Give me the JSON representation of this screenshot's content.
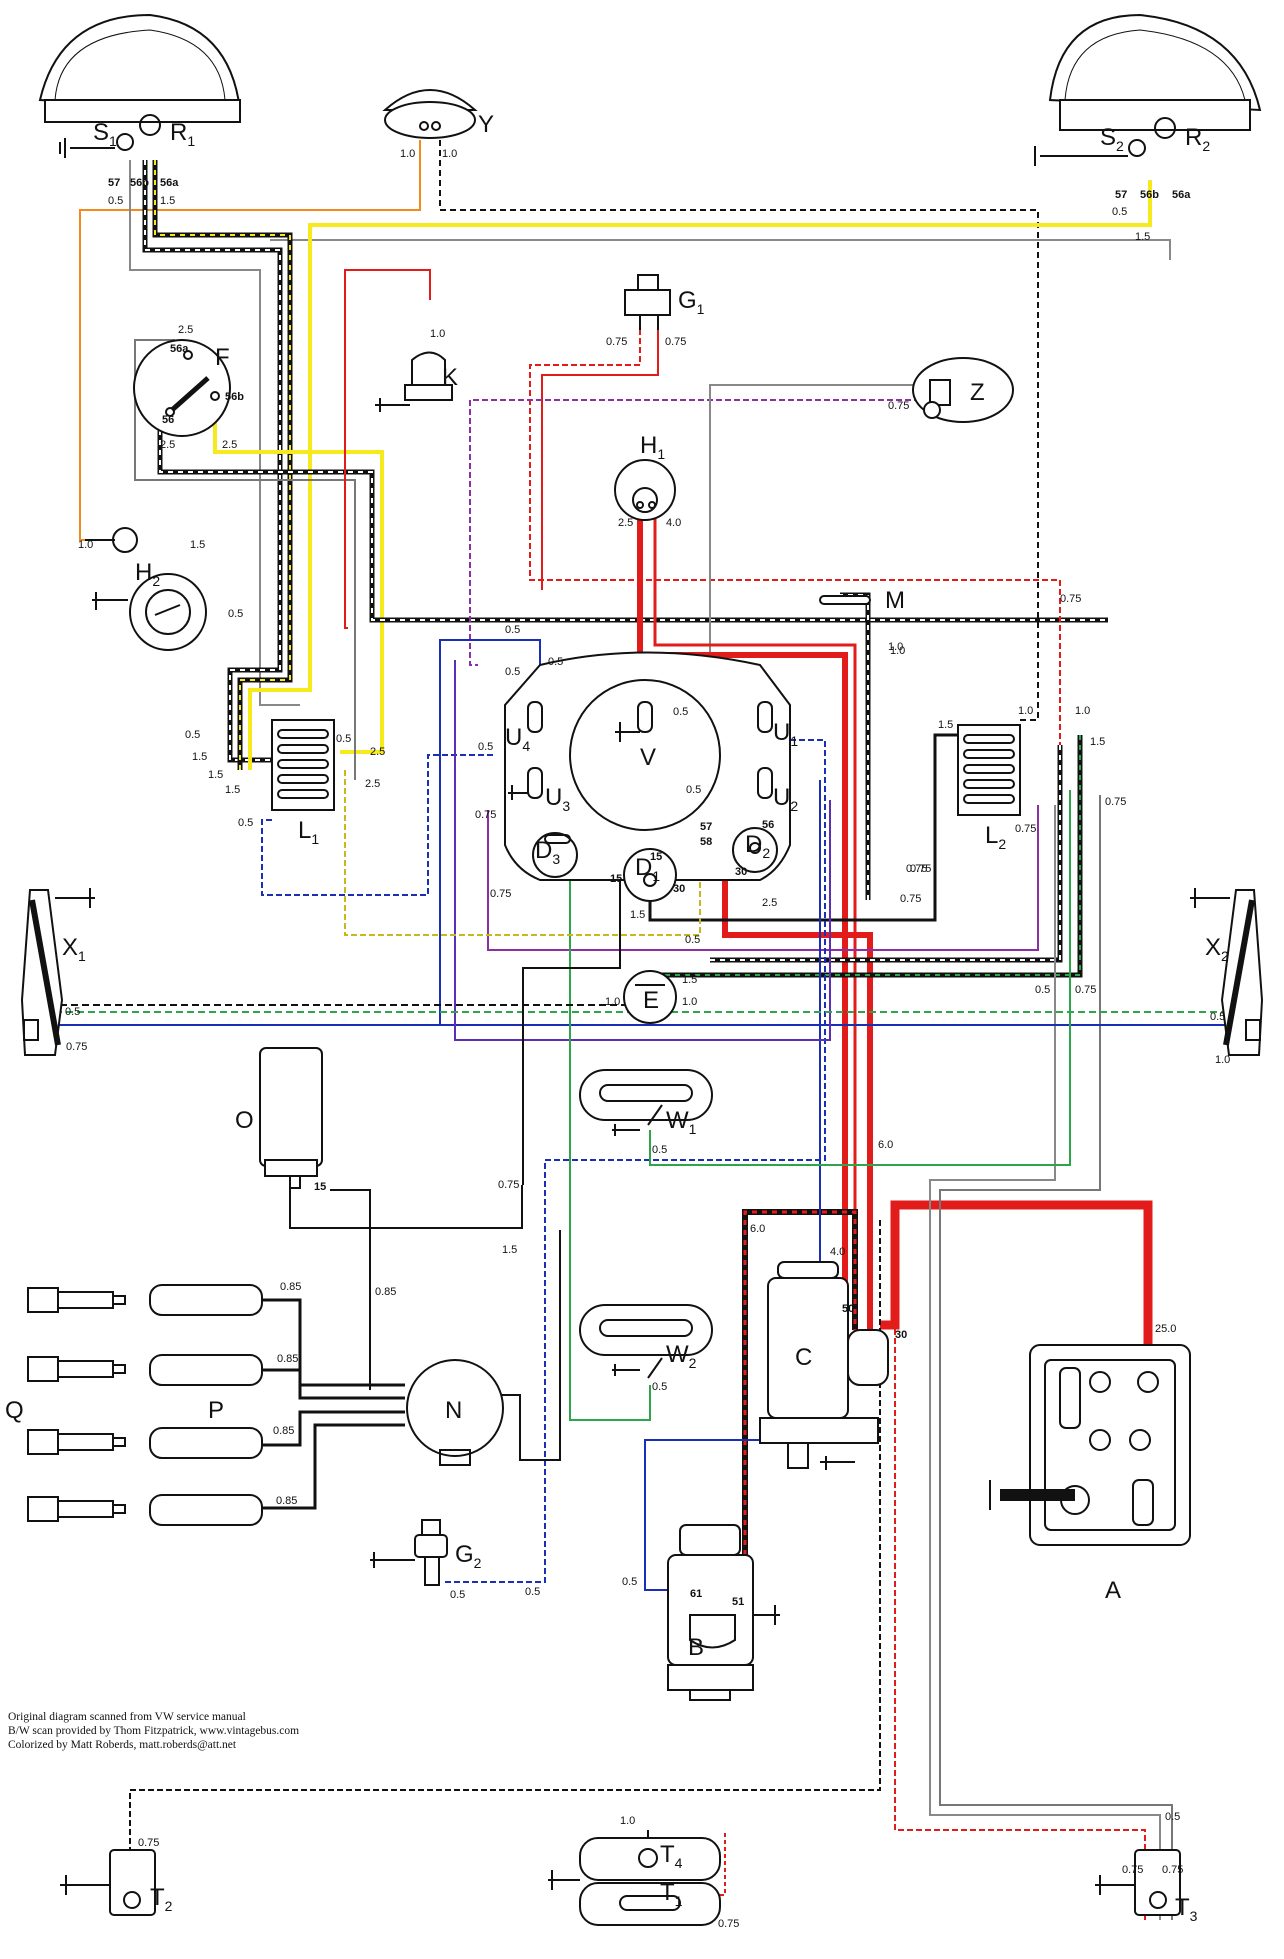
{
  "components": {
    "S1": {
      "letter": "S",
      "sub": "1"
    },
    "R1": {
      "letter": "R",
      "sub": "1"
    },
    "S2": {
      "letter": "S",
      "sub": "2"
    },
    "R2": {
      "letter": "R",
      "sub": "2"
    },
    "Y": {
      "letter": "Y",
      "sub": ""
    },
    "G1": {
      "letter": "G",
      "sub": "1"
    },
    "K": {
      "letter": "K",
      "sub": ""
    },
    "Z": {
      "letter": "Z",
      "sub": ""
    },
    "F": {
      "letter": "F",
      "sub": ""
    },
    "H1": {
      "letter": "H",
      "sub": "1"
    },
    "H2": {
      "letter": "H",
      "sub": "2"
    },
    "M": {
      "letter": "M",
      "sub": ""
    },
    "U4": {
      "letter": "U",
      "sub": "4"
    },
    "U1": {
      "letter": "U",
      "sub": "1"
    },
    "U3": {
      "letter": "U",
      "sub": "3"
    },
    "U2": {
      "letter": "U",
      "sub": "2"
    },
    "V": {
      "letter": "V",
      "sub": ""
    },
    "D3": {
      "letter": "D",
      "sub": "3"
    },
    "D1": {
      "letter": "D",
      "sub": "1"
    },
    "D2": {
      "letter": "D",
      "sub": "2"
    },
    "L1": {
      "letter": "L",
      "sub": "1"
    },
    "L2": {
      "letter": "L",
      "sub": "2"
    },
    "X1": {
      "letter": "X",
      "sub": "1"
    },
    "X2": {
      "letter": "X",
      "sub": "2"
    },
    "E": {
      "letter": "E",
      "sub": ""
    },
    "W1": {
      "letter": "W",
      "sub": "1"
    },
    "W2": {
      "letter": "W",
      "sub": "2"
    },
    "O": {
      "letter": "O",
      "sub": ""
    },
    "Q": {
      "letter": "Q",
      "sub": ""
    },
    "P": {
      "letter": "P",
      "sub": ""
    },
    "N": {
      "letter": "N",
      "sub": ""
    },
    "C": {
      "letter": "C",
      "sub": ""
    },
    "A": {
      "letter": "A",
      "sub": ""
    },
    "G2": {
      "letter": "G",
      "sub": "2"
    },
    "B": {
      "letter": "B",
      "sub": ""
    },
    "T2": {
      "letter": "T",
      "sub": "2"
    },
    "T4": {
      "letter": "T",
      "sub": "4"
    },
    "T1": {
      "letter": "T",
      "sub": "1"
    },
    "T3": {
      "letter": "T",
      "sub": "3"
    }
  },
  "pins": [
    "57",
    "56b",
    "56a",
    "57",
    "56b",
    "56a",
    "56a",
    "56b",
    "56",
    "15",
    "15",
    "30",
    "57",
    "58",
    "56",
    "30",
    "50",
    "30",
    "61",
    "51",
    "15"
  ],
  "gauges": [
    "0.5",
    "1.5",
    "1.0",
    "1.0",
    "0.5",
    "1.5",
    "2.5",
    "2.5",
    "2.5",
    "1.0",
    "0.75",
    "0.75",
    "0.75",
    "1.0",
    "1.5",
    "2.5",
    "4.0",
    "0.75",
    "1.0",
    "0.5",
    "0.5",
    "1.5",
    "1.5",
    "1.5",
    "0.5",
    "2.5",
    "2.5",
    "0.5",
    "0.5",
    "0.5",
    "0.5",
    "0.75",
    "0.75",
    "0.75",
    "0.5",
    "0.5",
    "2.5",
    "1.5",
    "1.5",
    "1.0",
    "1.0",
    "1.5",
    "0.75",
    "0.75",
    "0.75",
    "0.75",
    "0.75",
    "0.5",
    "0.5",
    "1.0",
    "1.5",
    "1.0",
    "0.5",
    "0.75",
    "0.5",
    "1.0",
    "0.5",
    "1.0",
    "6.0",
    "0.5",
    "0.75",
    "1.5",
    "0.85",
    "0.85",
    "0.85",
    "0.85",
    "0.85",
    "6.0",
    "4.0",
    "25.0",
    "0.5",
    "0.5",
    "0.5",
    "1.0",
    "0.75",
    "0.75",
    "0.75",
    "0.75",
    "0.5",
    "0.5"
  ],
  "credits": [
    "Original diagram scanned from VW service manual",
    "B/W scan provided by Thom Fitzpatrick, www.vintagebus.com",
    "Colorized by Matt Roberds, matt.roberds@att.net"
  ]
}
